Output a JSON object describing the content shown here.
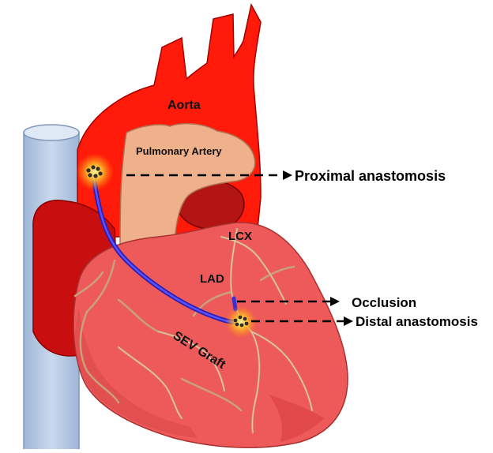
{
  "labels": {
    "aorta": "Aorta",
    "pulmonary_artery": "Pulmonary Artery",
    "lcx": "LCX",
    "lad": "LAD",
    "graft": "SEV Graft"
  },
  "callouts": {
    "proximal": "Proximal anastomosis",
    "occlusion": "Occlusion",
    "distal": "Distal anastomosis"
  },
  "colors": {
    "aorta": "#ff1a0a",
    "ventricle": "#ee5a5a",
    "atrium": "#c80e0e",
    "dark_chamber": "#b31515",
    "pulmonary": "#efb08c",
    "vena_cava": "#b7cbe6",
    "graft": "#3a2fd6",
    "glow": "#ffb020"
  }
}
